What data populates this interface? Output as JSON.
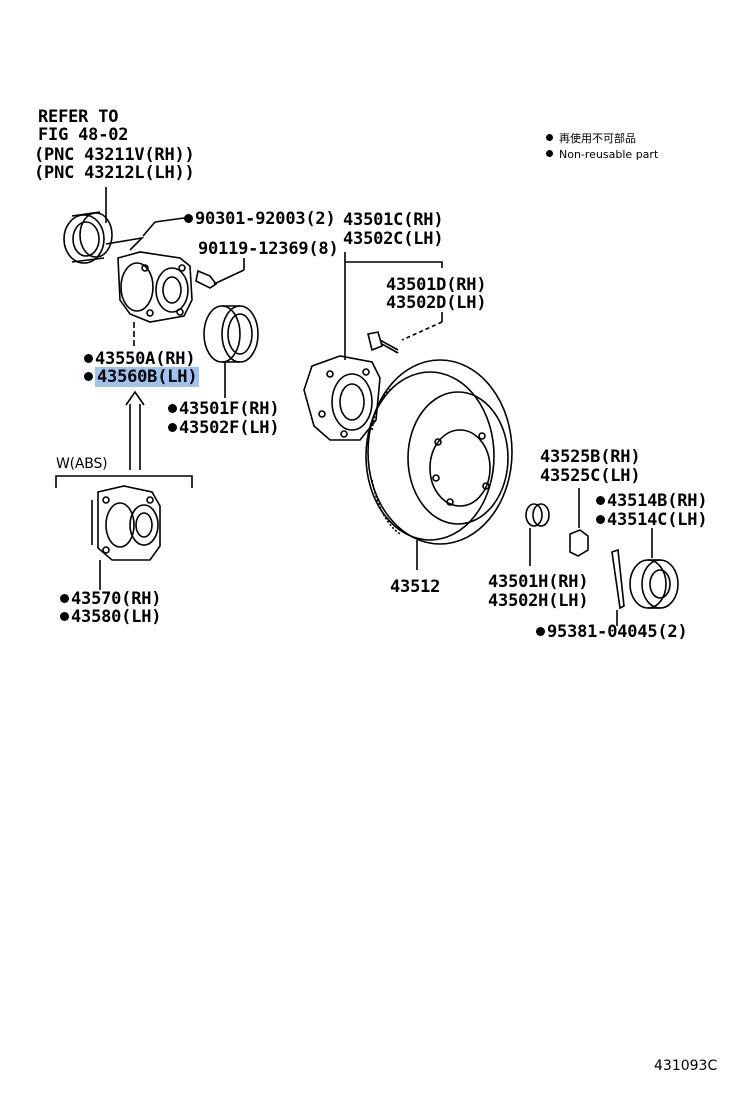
{
  "refer": {
    "line1": "REFER TO",
    "line2": "FIG 48-02",
    "line3": "(PNC 43211V(RH))",
    "line4": "(PNC 43212L(LH))"
  },
  "legend": {
    "jp": "再使用不可部品",
    "en": "Non-reusable part"
  },
  "labels": {
    "bolt_a": "90301-92003(2)",
    "bolt_b": "90119-12369(8)",
    "hub_a_rh": "43550A(RH)",
    "hub_b_lh": "43560B(LH)",
    "seal_f_rh": "43501F(RH)",
    "seal_f_lh": "43502F(LH)",
    "hub_c_rh": "43501C(RH)",
    "hub_c_lh": "43502C(LH)",
    "bolt_d_rh": "43501D(RH)",
    "bolt_d_lh": "43502D(LH)",
    "disc": "43512",
    "nut_b_rh": "43525B(RH)",
    "nut_c_lh": "43525C(LH)",
    "cap_b_rh": "43514B(RH)",
    "cap_c_lh": "43514C(LH)",
    "washer_rh": "43501H(RH)",
    "washer_lh": "43502H(LH)",
    "pin": "95381-04045(2)",
    "abs_tag": "W(ABS)",
    "abs_rh": "43570(RH)",
    "abs_lh": "43580(LH)"
  },
  "figure_number": "431093C",
  "colors": {
    "highlight": "#9cc4ee",
    "ink": "#000000"
  }
}
